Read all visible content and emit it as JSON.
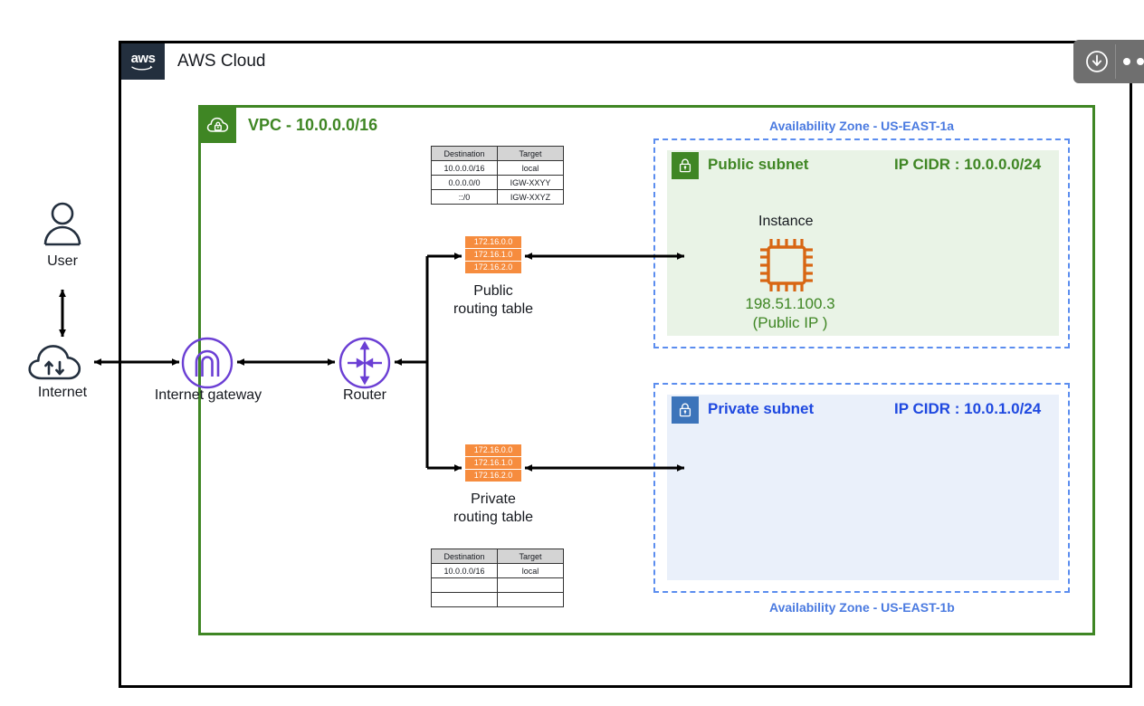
{
  "cloud": {
    "logo_text": "aws",
    "title": "AWS Cloud"
  },
  "vpc": {
    "title": "VPC - 10.0.0.0/16",
    "icon": "vpc-cloud-lock-icon",
    "color": "#3f8624"
  },
  "availability_zones": [
    {
      "label": "Availability Zone - US-EAST-1a",
      "color": "#4a7ae0"
    },
    {
      "label": "Availability Zone - US-EAST-1b",
      "color": "#4a7ae0"
    }
  ],
  "subnets": {
    "public": {
      "name": "Public subnet",
      "cidr_label": "IP CIDR : 10.0.0.0/24",
      "icon": "subnet-lock-icon",
      "color": "#3f8624",
      "fill": "#e9f3e6"
    },
    "private": {
      "name": "Private subnet",
      "cidr_label": "IP CIDR : 10.0.1.0/24",
      "icon": "subnet-lock-icon",
      "color": "#1f49e0",
      "fill": "#eaf0fa"
    }
  },
  "instance": {
    "label": "Instance",
    "icon": "ec2-chip-icon",
    "ip": "198.51.100.3",
    "ip_note": "(Public IP )",
    "color": "#3f8624"
  },
  "route_tables": {
    "public": {
      "caption_line1": "Public",
      "caption_line2": "routing table",
      "chips": [
        "172.16.0.0",
        "172.16.1.0",
        "172.16.2.0"
      ],
      "chip_color": "#f68c3e"
    },
    "private": {
      "caption_line1": "Private",
      "caption_line2": "routing table",
      "chips": [
        "172.16.0.0",
        "172.16.1.0",
        "172.16.2.0"
      ],
      "chip_color": "#f68c3e"
    }
  },
  "tables": {
    "public_rt": {
      "headers": [
        "Destination",
        "Target"
      ],
      "rows": [
        [
          "10.0.0.0/16",
          "local"
        ],
        [
          "0.0.0.0/0",
          "IGW-XXYY"
        ],
        [
          "::/0",
          "IGW-XXYZ"
        ]
      ]
    },
    "private_rt": {
      "headers": [
        "Destination",
        "Target"
      ],
      "rows": [
        [
          "10.0.0.0/16",
          "local"
        ],
        [
          "",
          ""
        ],
        [
          "",
          ""
        ]
      ]
    }
  },
  "actors": {
    "user": {
      "label": "User",
      "icon": "user-person-icon"
    },
    "internet": {
      "label": "Internet",
      "icon": "internet-cloud-arrows-icon"
    },
    "internet_gateway": {
      "label": "Internet gateway",
      "icon": "internet-gateway-icon",
      "color": "#6b3fd4"
    },
    "router": {
      "label": "Router",
      "icon": "router-four-arrows-icon",
      "color": "#6b3fd4"
    }
  },
  "toolbar": {
    "download_icon": "download-circle-icon",
    "more_icon": "more-dots-icon"
  }
}
